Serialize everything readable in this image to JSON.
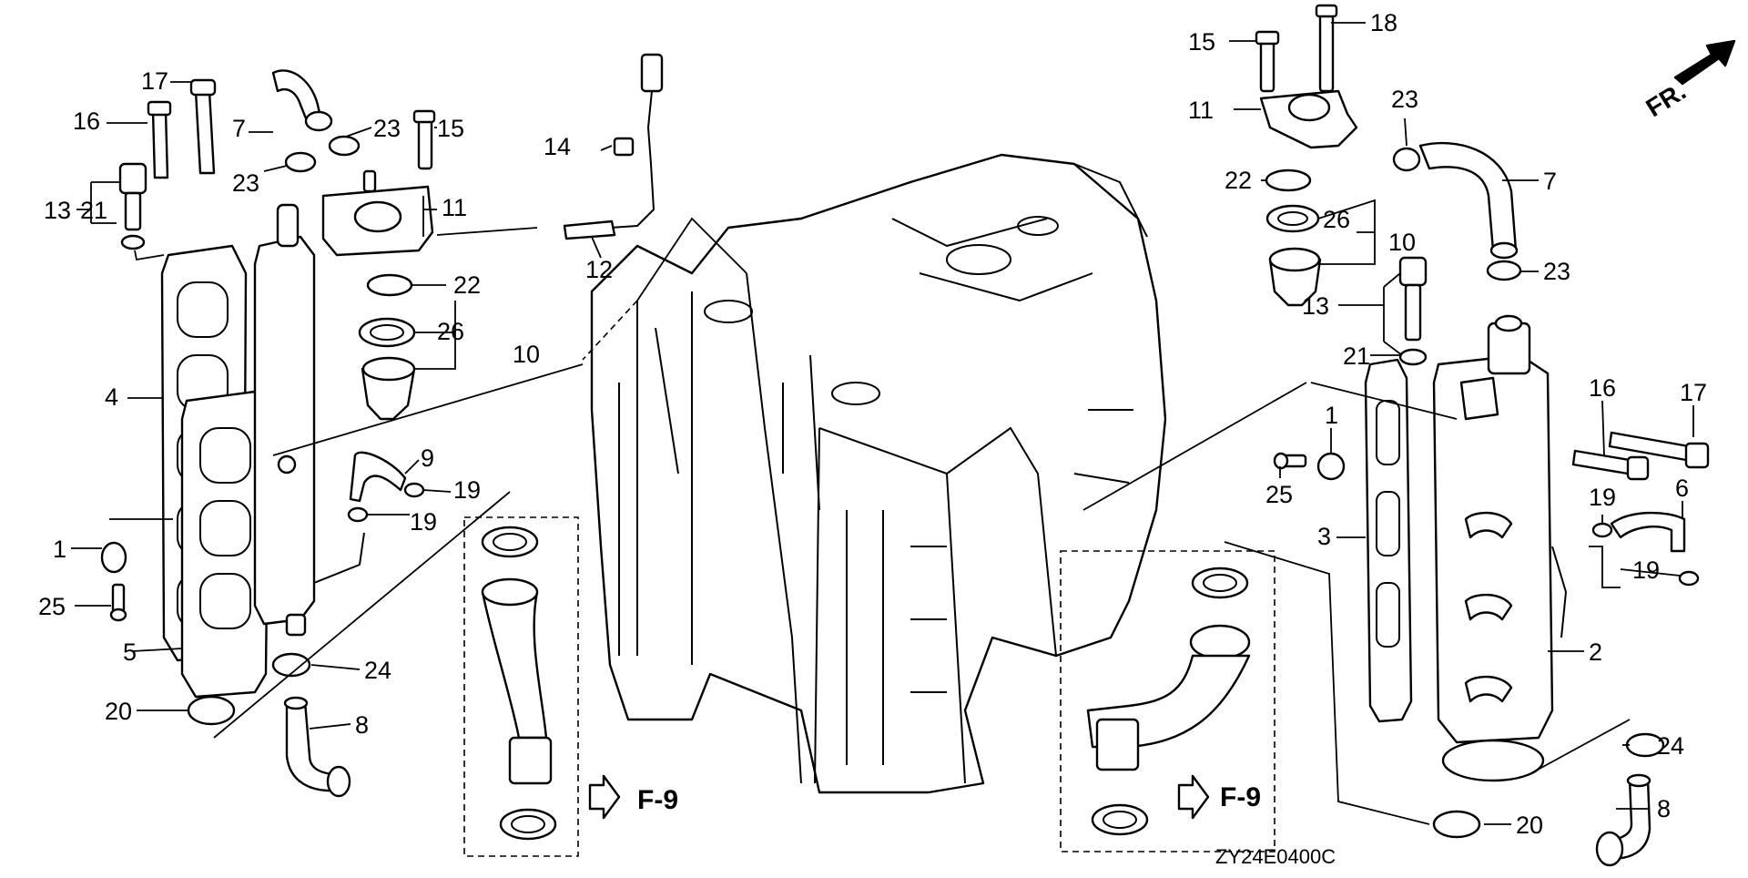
{
  "diagram": {
    "drawing_code": "ZY24E0400C",
    "front_marker": "FR.",
    "page_ref": "F-9"
  },
  "callouts": {
    "c17": "17",
    "c16": "16",
    "c7": "7",
    "c23": "23",
    "c15": "15",
    "c23b": "23",
    "c13": "13",
    "c21": "21",
    "c11": "11",
    "c14": "14",
    "c12": "12",
    "c22": "22",
    "c26": "26",
    "c10": "10",
    "c4": "4",
    "c9": "9",
    "c19": "19",
    "c19b": "19",
    "c1": "1",
    "c25": "25",
    "c5": "5",
    "c24": "24",
    "c20": "20",
    "c8": "8",
    "r15": "15",
    "r18": "18",
    "r11": "11",
    "r23": "23",
    "r7": "7",
    "r22": "22",
    "r26": "26",
    "r10": "10",
    "r23b": "23",
    "r13": "13",
    "r21": "21",
    "r1": "1",
    "r16": "16",
    "r17": "17",
    "r25": "25",
    "r3": "3",
    "r19": "19",
    "r6": "6",
    "r19b": "19",
    "r2": "2",
    "r24": "24",
    "r20": "20",
    "r8": "8"
  }
}
